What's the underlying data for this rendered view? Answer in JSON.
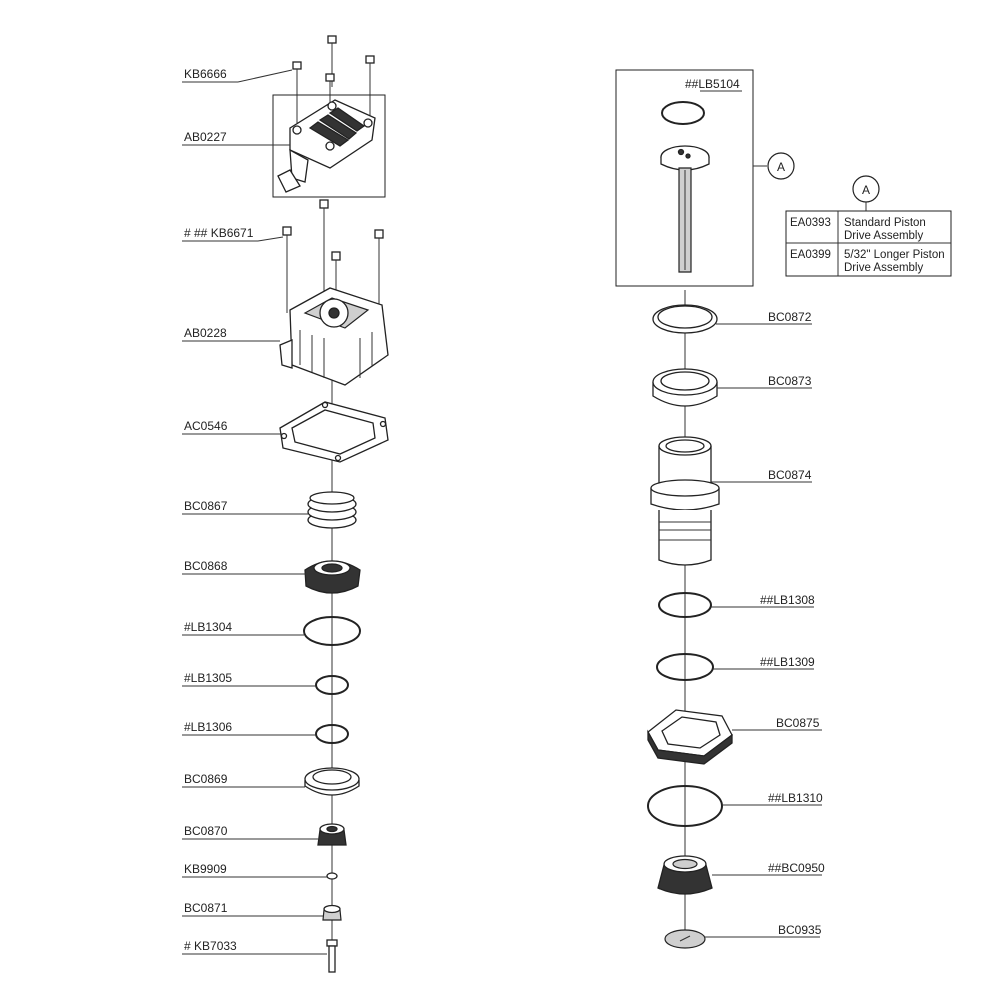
{
  "labels": {
    "kb6666": "KB6666",
    "ab0227": "AB0227",
    "kb6671": "#  ## KB6671",
    "ab0228": "AB0228",
    "ac0546": "AC0546",
    "bc0867": "BC0867",
    "bc0868": "BC0868",
    "lb1304": "#LB1304",
    "lb1305": "#LB1305",
    "lb1306": "#LB1306",
    "bc0869": "BC0869",
    "bc0870": "BC0870",
    "kb9909": "KB9909",
    "bc0871": "BC0871",
    "kb7033": "#  KB7033",
    "lb5104": "##LB5104",
    "bc0872": "BC0872",
    "bc0873": "BC0873",
    "bc0874": "BC0874",
    "lb1308": "##LB1308",
    "lb1309": "##LB1309",
    "bc0875": "BC0875",
    "lb1310": "##LB1310",
    "bc0950": "##BC0950",
    "bc0935": "BC0935"
  },
  "callout": {
    "letter": "A"
  },
  "table": {
    "header": "A",
    "rows": [
      {
        "code": "EA0393",
        "desc1": "Standard Piston",
        "desc2": "Drive Assembly"
      },
      {
        "code": "EA0399",
        "desc1": "5/32\" Longer Piston",
        "desc2": "Drive Assembly"
      }
    ]
  }
}
